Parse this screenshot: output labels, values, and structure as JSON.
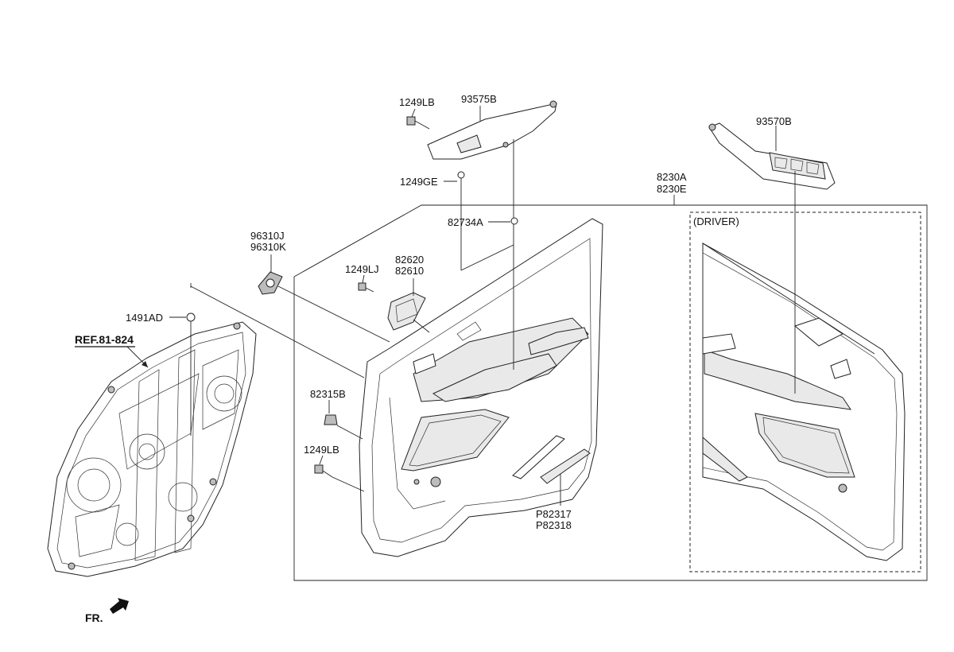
{
  "labels": {
    "p93575b": "93575B",
    "p1249lb_top": "1249LB",
    "p1249ge": "1249GE",
    "p82734a": "82734A",
    "p93570b": "93570B",
    "p8230a": "8230A",
    "p8230e": "8230E",
    "p96310j": "96310J",
    "p96310k": "96310K",
    "p1249lj": "1249LJ",
    "p82620": "82620",
    "p82610": "82610",
    "p1491ad": "1491AD",
    "ref": "REF.81-824",
    "p82315b": "82315B",
    "p1249lb_bottom": "1249LB",
    "p82317": "P82317",
    "p82318": "P82318",
    "driver": "(DRIVER)",
    "fr": "FR."
  }
}
